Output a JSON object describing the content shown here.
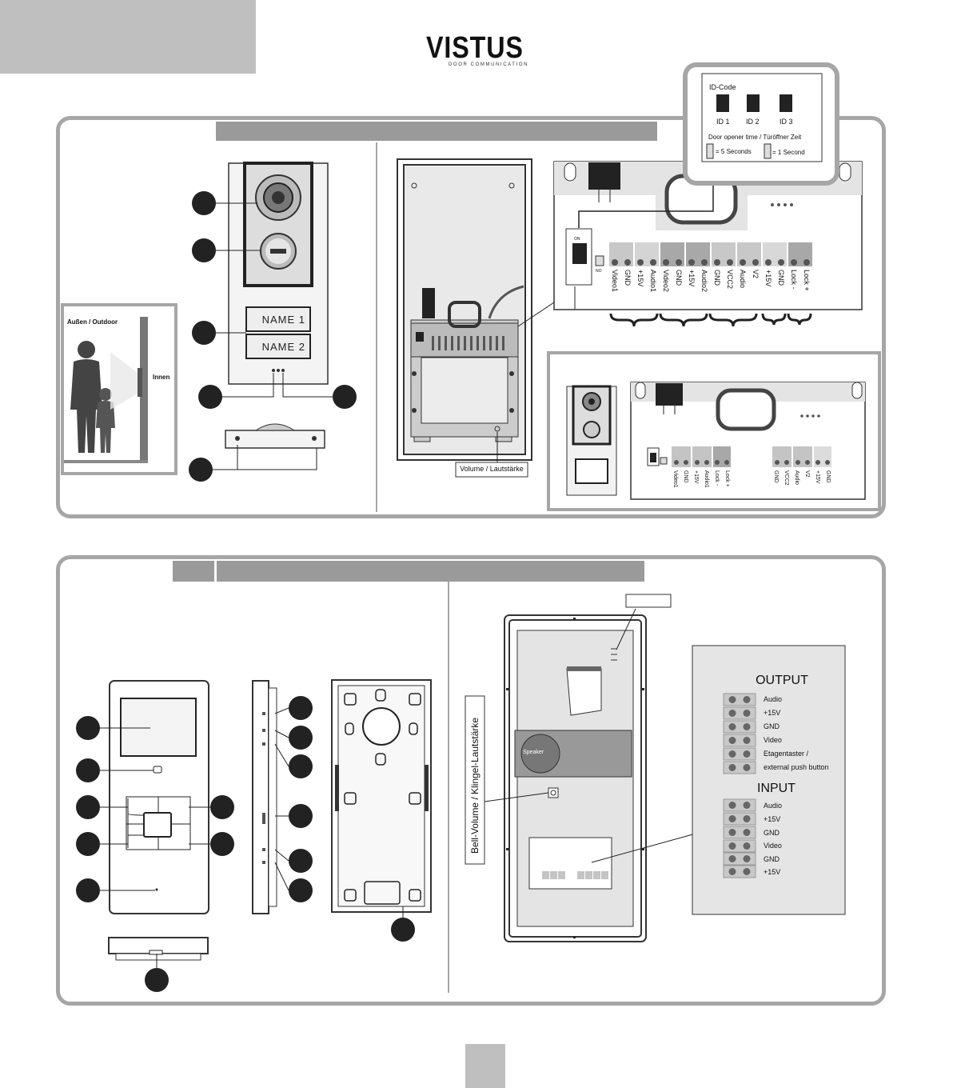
{
  "brand": {
    "logo_text": "VISTUS",
    "tagline": "DOOR COMMUNICATION"
  },
  "outdoor_unit": {
    "name_plates": [
      "NAME 1",
      "NAME 2"
    ],
    "scene_outside_label": "Außen / Outdoor",
    "scene_inside_label": "Innen",
    "volume_label": "Volume / Lautstärke",
    "id_code": {
      "title": "ID-Code",
      "ids": [
        "ID 1",
        "ID 2",
        "ID 3"
      ],
      "door_opener_title": "Door opener time / Türöffner Zeit",
      "option_5s": "= 5 Seconds",
      "option_1s": "= 1 Second"
    },
    "terminals_main": [
      "Video1",
      "GND",
      "+15V",
      "Audio1",
      "Video2",
      "GND",
      "+15V",
      "Audio2",
      "GND",
      "VCC2",
      "Audio",
      "V2",
      "+15V",
      "GND",
      "Lock -",
      "Lock +"
    ],
    "terminals_small_left": [
      "Video1",
      "GND",
      "+15V",
      "Audio1",
      "Lock -",
      "Lock +"
    ],
    "terminals_small_right": [
      "GND",
      "VCC2",
      "Audio",
      "V2",
      "+15V",
      "GND"
    ],
    "dip_on_label": "ON",
    "dip_no_label": "NO"
  },
  "indoor_unit": {
    "bell_volume_label": "Bell-Volume / Klingel-Lautstärke",
    "speaker_label": "Speaker",
    "output_title": "OUTPUT",
    "output_items": [
      "Audio",
      "+15V",
      "GND",
      "Video",
      "Etagentaster /",
      "external push button"
    ],
    "input_title": "INPUT",
    "input_items": [
      "Audio",
      "+15V",
      "GND",
      "Video",
      "GND",
      "+15V"
    ]
  },
  "colors": {
    "panel_border": "#a6a6a6",
    "header_bar": "#9a9a9a",
    "badge": "#222222",
    "terminal": "#c8c8c8"
  }
}
